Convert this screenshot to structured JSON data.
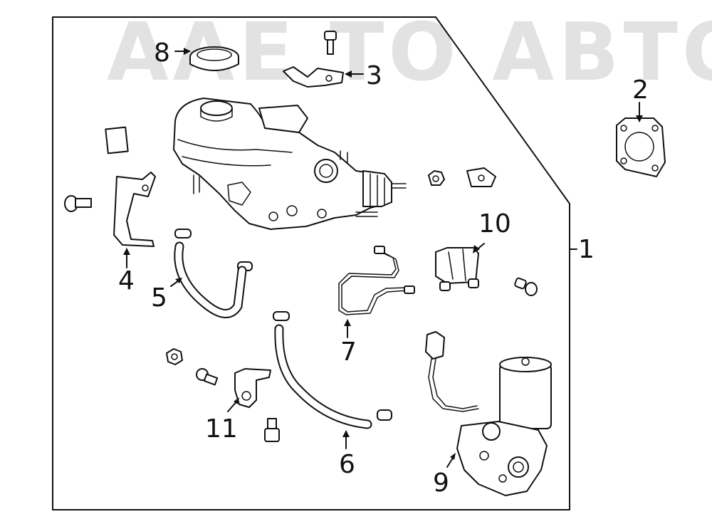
{
  "watermark": "ΑΛΕ ΤΟ ΑΒΤΟ",
  "callouts": {
    "c1": "1",
    "c2": "2",
    "c3": "3",
    "c4": "4",
    "c5": "5",
    "c6": "6",
    "c7": "7",
    "c8": "8",
    "c9": "9",
    "c10": "10",
    "c11": "11"
  }
}
